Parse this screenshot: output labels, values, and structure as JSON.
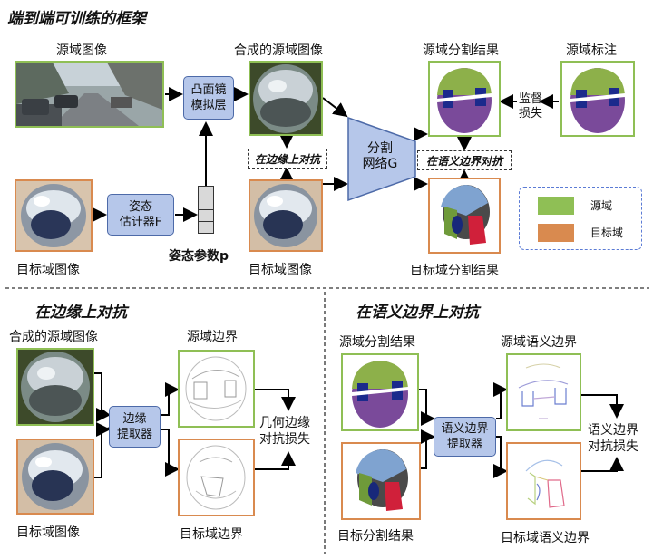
{
  "main_title": "端到端可训练的框架",
  "top": {
    "source_image_label": "源域图像",
    "synth_source_label": "合成的源域图像",
    "source_seg_label": "源域分割结果",
    "source_annot_label": "源域标注",
    "convex_mirror_layer": "凸面镜\n模拟层",
    "pose_estimator": "姿态\n估计器F",
    "pose_params_label": "姿态参数p",
    "target_image_label_left": "目标域图像",
    "target_image_label_mid": "目标域图像",
    "target_seg_label": "目标域分割结果",
    "seg_network": "分割\n网络G",
    "edge_adv_tag": "在边缘上对抗",
    "semantic_adv_tag": "在语义边界对抗",
    "supervised_loss": "监督\n损失",
    "legend": {
      "source": "源域",
      "target": "目标域",
      "source_color": "#8fbf55",
      "target_color": "#d98a4f"
    }
  },
  "bottom_left": {
    "title": "在边缘上对抗",
    "synth_source_label": "合成的源域图像",
    "source_edge_label": "源域边界",
    "edge_extractor": "边缘\n提取器",
    "geo_edge_loss": "几何边缘\n对抗损失",
    "target_image_label": "目标域图像",
    "target_edge_label": "目标域边界"
  },
  "bottom_right": {
    "title": "在语义边界上对抗",
    "source_seg_label": "源域分割结果",
    "source_sem_boundary_label": "源域语义边界",
    "sem_boundary_extractor": "语义边界\n提取器",
    "sem_boundary_loss": "语义边界\n对抗损失",
    "target_seg_label": "目标分割结果",
    "target_sem_boundary_label": "目标域语义边界"
  }
}
